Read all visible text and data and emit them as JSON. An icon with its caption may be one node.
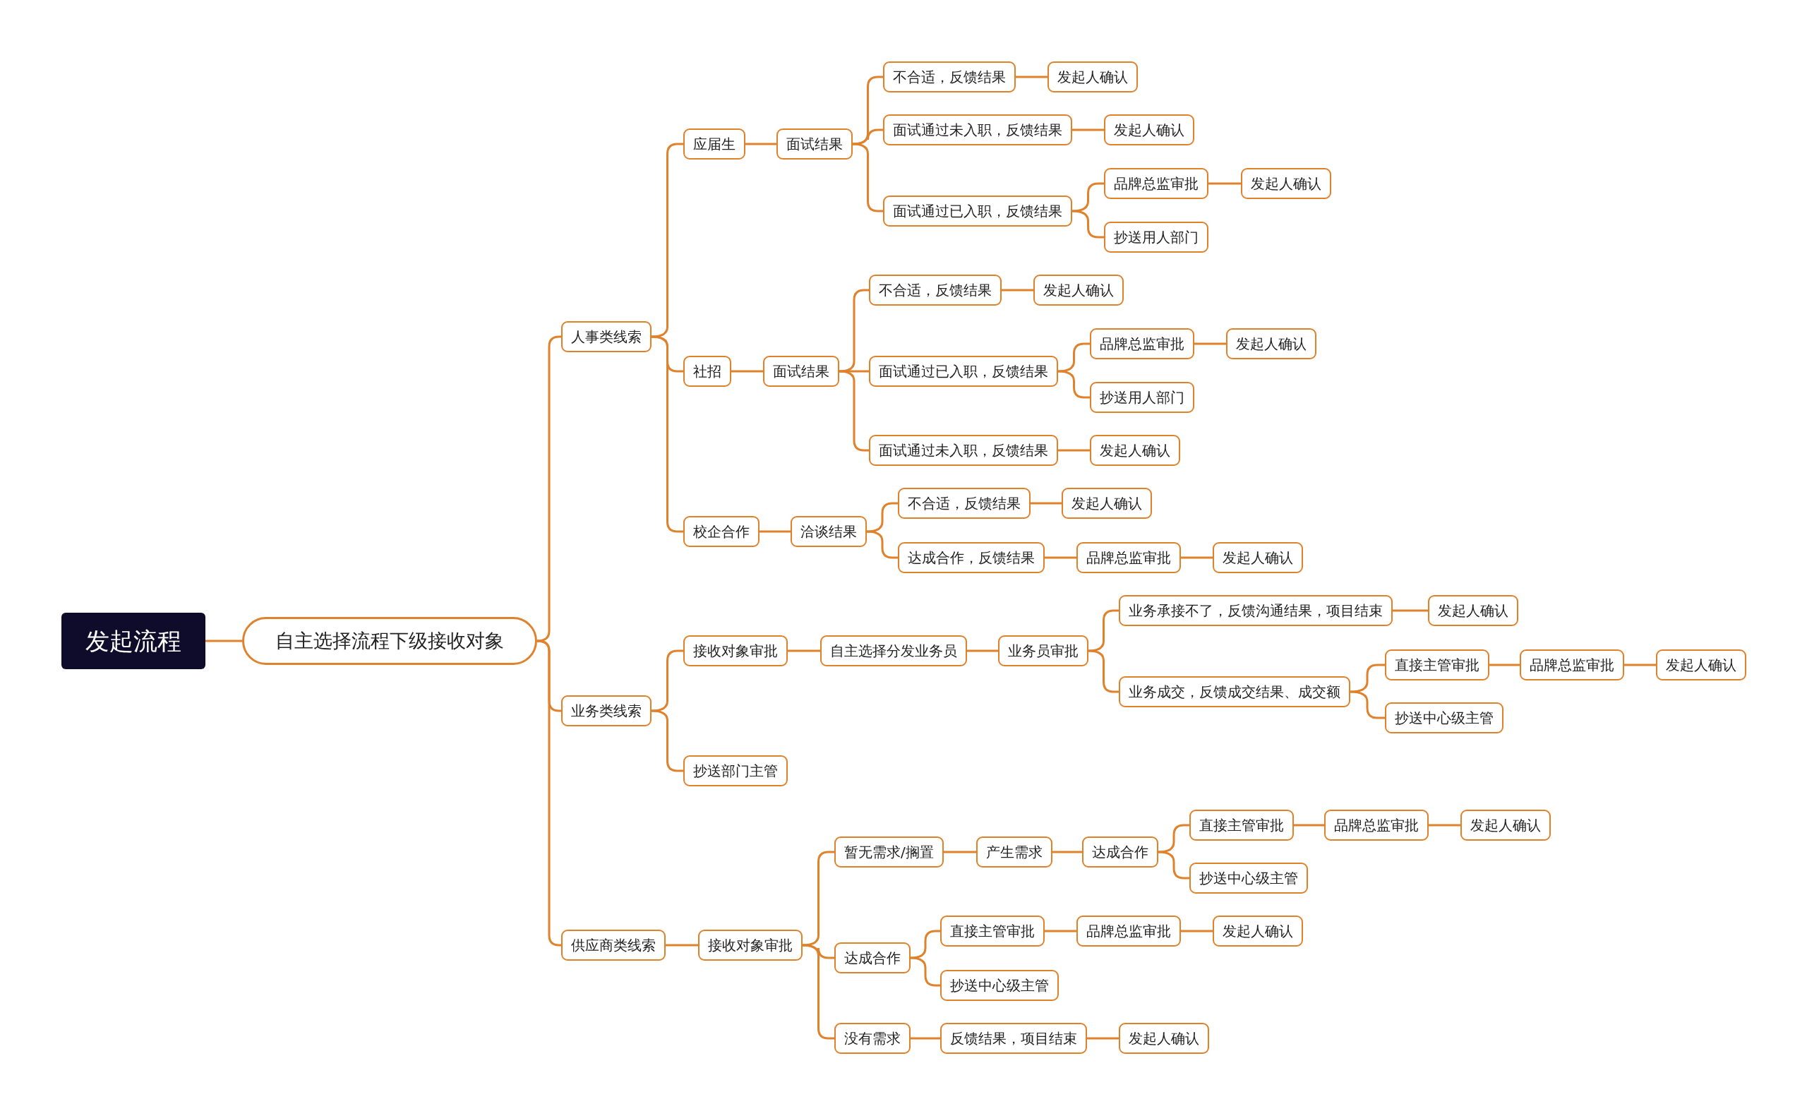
{
  "diagram": {
    "nodes": [
      {
        "text": [
          "发起流程"
        ]
      },
      {
        "text": [
          "自主选择流程下级接收对象"
        ]
      },
      {
        "text": [
          "人事类线索"
        ]
      },
      {
        "text": [
          "应届生"
        ]
      },
      {
        "text": [
          "面试结果"
        ]
      },
      {
        "text": [
          "不合适，反馈结果"
        ]
      },
      {
        "text": [
          "发起人确认"
        ]
      },
      {
        "text": [
          "面试通过未入职，反馈结果"
        ]
      },
      {
        "text": [
          "发起人确认"
        ]
      },
      {
        "text": [
          "面试通过已入职，反馈结果"
        ]
      },
      {
        "text": [
          "品牌总监审批"
        ]
      },
      {
        "text": [
          "发起人确认"
        ]
      },
      {
        "text": [
          "抄送用人部门"
        ]
      },
      {
        "text": [
          "社招"
        ]
      },
      {
        "text": [
          "面试结果"
        ]
      },
      {
        "text": [
          "不合适，反馈结果"
        ]
      },
      {
        "text": [
          "发起人确认"
        ]
      },
      {
        "text": [
          "面试通过已入职，反馈结果"
        ]
      },
      {
        "text": [
          "品牌总监审批"
        ]
      },
      {
        "text": [
          "发起人确认"
        ]
      },
      {
        "text": [
          "抄送用人部门"
        ]
      },
      {
        "text": [
          "面试通过未入职，反馈结果"
        ]
      },
      {
        "text": [
          "发起人确认"
        ]
      },
      {
        "text": [
          "校企合作"
        ]
      },
      {
        "text": [
          "洽谈结果"
        ]
      },
      {
        "text": [
          "不合适，反馈结果"
        ]
      },
      {
        "text": [
          "发起人确认"
        ]
      },
      {
        "text": [
          "达成合作，反馈结果"
        ]
      },
      {
        "text": [
          "品牌总监审批"
        ]
      },
      {
        "text": [
          "发起人确认"
        ]
      },
      {
        "text": [
          "业务类线索"
        ]
      },
      {
        "text": [
          "接收对象审批"
        ]
      },
      {
        "text": [
          "自主选择分发业务员"
        ]
      },
      {
        "text": [
          "业务员审批"
        ]
      },
      {
        "text": [
          "业务承接不了，反馈沟通结果，项目结束"
        ]
      },
      {
        "text": [
          "发起人确认"
        ]
      },
      {
        "text": [
          "业务成交，反馈成交结果、成交额"
        ]
      },
      {
        "text": [
          "直接主管审批"
        ]
      },
      {
        "text": [
          "品牌总监审批"
        ]
      },
      {
        "text": [
          "发起人确认"
        ]
      },
      {
        "text": [
          "抄送中心级主管"
        ]
      },
      {
        "text": [
          "抄送部门主管"
        ]
      },
      {
        "text": [
          "供应商类线索"
        ]
      },
      {
        "text": [
          "接收对象审批"
        ]
      },
      {
        "text": [
          "暂无需求/搁置"
        ]
      },
      {
        "text": [
          "产生需求"
        ]
      },
      {
        "text": [
          "达成合作"
        ]
      },
      {
        "text": [
          "直接主管审批"
        ]
      },
      {
        "text": [
          "品牌总监审批"
        ]
      },
      {
        "text": [
          "发起人确认"
        ]
      },
      {
        "text": [
          "抄送中心级主管"
        ]
      },
      {
        "text": [
          "达成合作"
        ]
      },
      {
        "text": [
          "直接主管审批"
        ]
      },
      {
        "text": [
          "品牌总监审批"
        ]
      },
      {
        "text": [
          "发起人确认"
        ]
      },
      {
        "text": [
          "抄送中心级主管"
        ]
      },
      {
        "text": [
          "没有需求"
        ]
      },
      {
        "text": [
          "反馈结果，项目结束"
        ]
      },
      {
        "text": [
          "发起人确认"
        ]
      }
    ],
    "edges": [
      {
        "from": 0,
        "to": 1,
        "arrow": "none"
      },
      {
        "from": 1,
        "to": 2,
        "arrow": "none"
      },
      {
        "from": 1,
        "to": 30,
        "arrow": "none"
      },
      {
        "from": 1,
        "to": 42,
        "arrow": "none"
      },
      {
        "from": 2,
        "to": 3,
        "arrow": "none"
      },
      {
        "from": 2,
        "to": 13,
        "arrow": "none"
      },
      {
        "from": 2,
        "to": 23,
        "arrow": "none"
      },
      {
        "from": 3,
        "to": 4,
        "arrow": "none"
      },
      {
        "from": 4,
        "to": 5,
        "arrow": "none"
      },
      {
        "from": 4,
        "to": 7,
        "arrow": "none"
      },
      {
        "from": 4,
        "to": 9,
        "arrow": "none"
      },
      {
        "from": 5,
        "to": 6,
        "arrow": "none"
      },
      {
        "from": 7,
        "to": 8,
        "arrow": "none"
      },
      {
        "from": 9,
        "to": 10,
        "arrow": "none"
      },
      {
        "from": 9,
        "to": 12,
        "arrow": "none"
      },
      {
        "from": 10,
        "to": 11,
        "arrow": "none"
      },
      {
        "from": 13,
        "to": 14,
        "arrow": "none"
      },
      {
        "from": 14,
        "to": 15,
        "arrow": "none"
      },
      {
        "from": 14,
        "to": 17,
        "arrow": "none"
      },
      {
        "from": 14,
        "to": 21,
        "arrow": "none"
      },
      {
        "from": 15,
        "to": 16,
        "arrow": "none"
      },
      {
        "from": 17,
        "to": 18,
        "arrow": "none"
      },
      {
        "from": 17,
        "to": 20,
        "arrow": "none"
      },
      {
        "from": 18,
        "to": 19,
        "arrow": "none"
      },
      {
        "from": 21,
        "to": 22,
        "arrow": "none"
      },
      {
        "from": 23,
        "to": 24,
        "arrow": "none"
      },
      {
        "from": 24,
        "to": 25,
        "arrow": "none"
      },
      {
        "from": 24,
        "to": 27,
        "arrow": "none"
      },
      {
        "from": 25,
        "to": 26,
        "arrow": "none"
      },
      {
        "from": 27,
        "to": 28,
        "arrow": "none"
      },
      {
        "from": 28,
        "to": 29,
        "arrow": "none"
      },
      {
        "from": 30,
        "to": 31,
        "arrow": "none"
      },
      {
        "from": 30,
        "to": 41,
        "arrow": "none"
      },
      {
        "from": 31,
        "to": 32,
        "arrow": "none"
      },
      {
        "from": 32,
        "to": 33,
        "arrow": "none"
      },
      {
        "from": 33,
        "to": 34,
        "arrow": "none"
      },
      {
        "from": 33,
        "to": 36,
        "arrow": "none"
      },
      {
        "from": 34,
        "to": 35,
        "arrow": "none"
      },
      {
        "from": 36,
        "to": 37,
        "arrow": "none"
      },
      {
        "from": 36,
        "to": 40,
        "arrow": "none"
      },
      {
        "from": 37,
        "to": 38,
        "arrow": "none"
      },
      {
        "from": 38,
        "to": 39,
        "arrow": "none"
      },
      {
        "from": 42,
        "to": 43,
        "arrow": "none"
      },
      {
        "from": 43,
        "to": 44,
        "arrow": "none"
      },
      {
        "from": 43,
        "to": 51,
        "arrow": "none"
      },
      {
        "from": 43,
        "to": 56,
        "arrow": "none"
      },
      {
        "from": 44,
        "to": 45,
        "arrow": "none"
      },
      {
        "from": 45,
        "to": 46,
        "arrow": "none"
      },
      {
        "from": 46,
        "to": 47,
        "arrow": "none"
      },
      {
        "from": 46,
        "to": 50,
        "arrow": "none"
      },
      {
        "from": 47,
        "to": 48,
        "arrow": "none"
      },
      {
        "from": 48,
        "to": 49,
        "arrow": "none"
      },
      {
        "from": 51,
        "to": 52,
        "arrow": "none"
      },
      {
        "from": 51,
        "to": 55,
        "arrow": "none"
      },
      {
        "from": 52,
        "to": 53,
        "arrow": "none"
      },
      {
        "from": 53,
        "to": 54,
        "arrow": "none"
      },
      {
        "from": 56,
        "to": 57,
        "arrow": "none"
      },
      {
        "from": 57,
        "to": 58,
        "arrow": "none"
      }
    ]
  }
}
